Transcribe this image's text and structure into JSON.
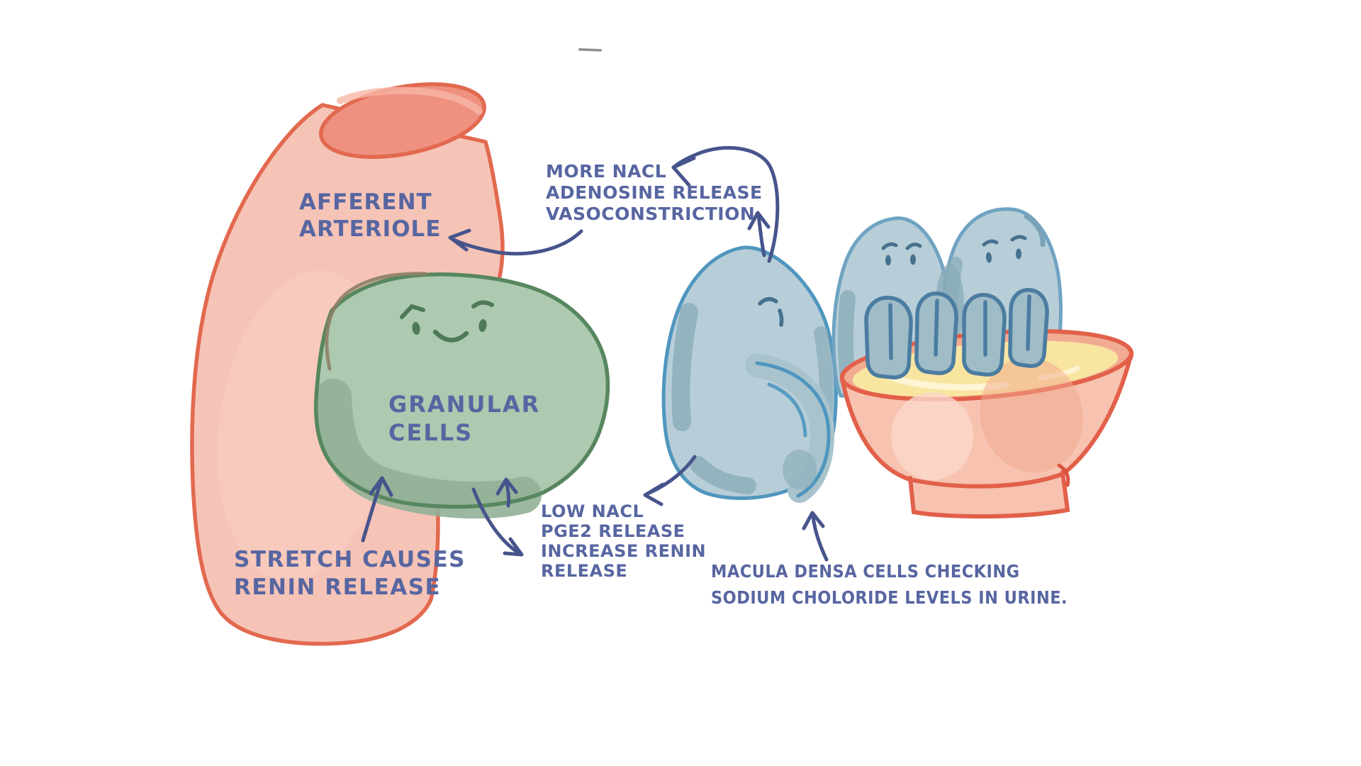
{
  "canvas": {
    "background": "#ffffff",
    "description": "Hand-drawn watercolor diagram of the juxtaglomerular apparatus: afferent arteriole, granular cells and macula densa cells checking urine NaCl in a bowl"
  },
  "palette": {
    "text": "#5766a1",
    "arrow": "#47548c",
    "vessel_fill": "#f6c4b7",
    "vessel_inner": "#ee9180",
    "vessel_outline": "#e2694f",
    "granular_fill": "#adc9b0",
    "granular_shadow": "#92b096",
    "granular_outline": "#57875f",
    "granular_face": "#4e7a57",
    "cell_fill": "#b7ced8",
    "cell_shade": "#8aadb9",
    "cell_outline": "#4f96bf",
    "cell_outline_soft": "#6fa3c2",
    "mitt_fill": "#9fbcc7",
    "mitt_outline": "#4b7ca0",
    "cell_face": "#46718f",
    "bowl_fill": "#f7c2b0",
    "bowl_back": "#f2ab93",
    "bowl_outline": "#e2604a",
    "urine_fill": "#f8e5a0",
    "stray_mark": "#8a8f94"
  },
  "labels": {
    "afferent": {
      "text": "AFFERENT\nARTERIOLE"
    },
    "morenacl": {
      "text": "MORE NACL\nADENOSINE RELEASE\nVASOCONSTRICTION"
    },
    "granular": {
      "text": "GRANULAR\nCELLS"
    },
    "lownacl": {
      "text": "LOW NACL\nPGE2 RELEASE\nINCREASE RENIN\nRELEASE"
    },
    "stretch": {
      "text": "STRETCH CAUSES\nRENIN RELEASE"
    },
    "macula": {
      "text": "MACULA DENSA CELLS CHECKING\nSODIUM CHOLORIDE LEVELS IN URINE."
    }
  }
}
